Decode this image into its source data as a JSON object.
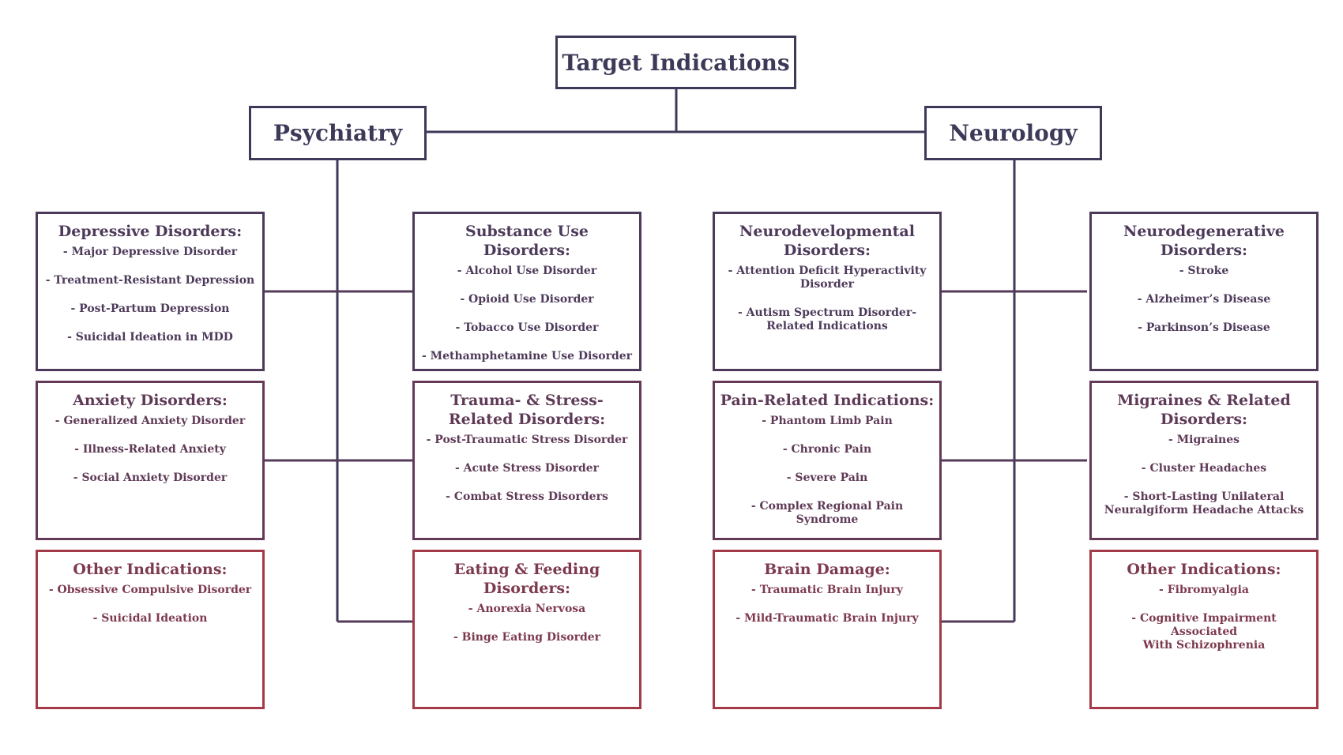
{
  "root": {
    "title": "Target Indications"
  },
  "psychiatry": {
    "title": "Psychiatry",
    "categories": [
      {
        "title": "Depressive Disorders:",
        "items": [
          "- Major Depressive Disorder",
          "- Treatment-Resistant Depression",
          "- Post-Partum Depression",
          "- Suicidal Ideation in MDD"
        ]
      },
      {
        "title": "Substance Use Disorders:",
        "items": [
          "- Alcohol Use Disorder",
          "- Opioid Use Disorder",
          "- Tobacco Use Disorder",
          "- Methamphetamine Use Disorder"
        ]
      },
      {
        "title": "Anxiety Disorders:",
        "items": [
          "- Generalized Anxiety Disorder",
          "- Illness-Related Anxiety",
          "- Social Anxiety Disorder"
        ]
      },
      {
        "title": "Trauma- & Stress-\nRelated Disorders:",
        "items": [
          "- Post-Traumatic Stress Disorder",
          "- Acute Stress Disorder",
          "- Combat Stress Disorders"
        ]
      },
      {
        "title": "Other Indications:",
        "items": [
          "- Obsessive Compulsive Disorder",
          "- Suicidal Ideation"
        ]
      },
      {
        "title": "Eating & Feeding\nDisorders:",
        "items": [
          "- Anorexia Nervosa",
          "- Binge Eating Disorder"
        ]
      }
    ]
  },
  "neurology": {
    "title": "Neurology",
    "categories": [
      {
        "title": "Neurodevelopmental\nDisorders:",
        "items": [
          "- Attention Deficit Hyperactivity\nDisorder",
          "- Autism Spectrum Disorder-\nRelated Indications"
        ]
      },
      {
        "title": "Neurodegenerative\nDisorders:",
        "items": [
          "- Stroke",
          "- Alzheimer’s Disease",
          "- Parkinson’s Disease"
        ]
      },
      {
        "title": "Pain-Related Indications:",
        "items": [
          "- Phantom Limb Pain",
          "- Chronic Pain",
          "- Severe Pain",
          "- Complex Regional Pain Syndrome"
        ]
      },
      {
        "title": "Migraines & Related\nDisorders:",
        "items": [
          "- Migraines",
          "- Cluster Headaches",
          "- Short-Lasting Unilateral\nNeuralgiform Headache Attacks"
        ]
      },
      {
        "title": "Brain Damage:",
        "items": [
          "- Traumatic Brain Injury",
          "- Mild-Traumatic Brain Injury"
        ]
      },
      {
        "title": "Other Indications:",
        "items": [
          "- Fibromyalgia",
          "- Cognitive Impairment\nAssociated\nWith Schizophrenia"
        ]
      }
    ]
  },
  "colors": {
    "header": "#3c3a58",
    "row1": "#4d3a5a",
    "row2": "#643a58",
    "row3": "#a33a48"
  }
}
